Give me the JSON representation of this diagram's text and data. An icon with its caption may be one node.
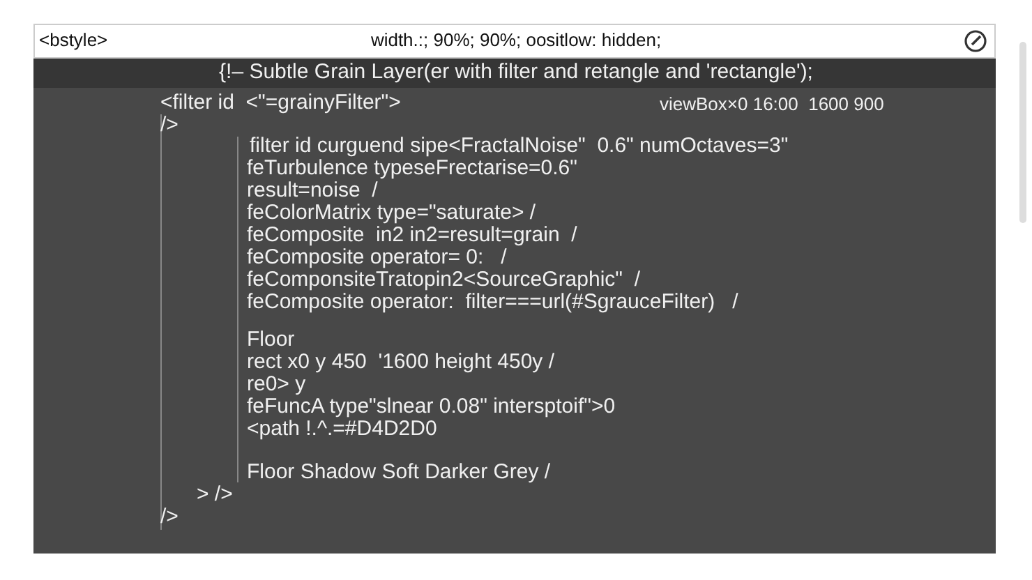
{
  "diagram": {
    "labels": [
      "<bstyle>",
      "width.:; 90%; 90%; oositlow: hidden;",
      "{!– Subtle Grain Layer(er with filter and retangle and 'rectangle');",
      "<filter id  <\"=grainyFilter\">",
      "viewBox×0 16:00  1600 900",
      "/>",
      "filter id curguend sipe<FractalNoise\"  0.6\" numOctaves=3\"",
      "feTurbulence typeseFrectarise=0.6\"",
      "result=noise  /",
      "feColorMatrix type=\"saturate> /",
      "feComposite  in2 in2=result=grain  /",
      "feComposite operator= 0:   /",
      "feComponsiteTratopin2<SourceGraphic\"  /",
      "feComposite operator:  filter===url(#SgrauceFilter)   /",
      "Floor",
      "rect x0 y 450  '1600 height 450y /",
      "re0> y",
      "feFuncA type\"slnear 0.08\" intersptoif\">0",
      "<path !.^.=#D4D2D0",
      "Floor Shadow Soft Darker Grey /",
      "> />",
      "/>"
    ]
  }
}
